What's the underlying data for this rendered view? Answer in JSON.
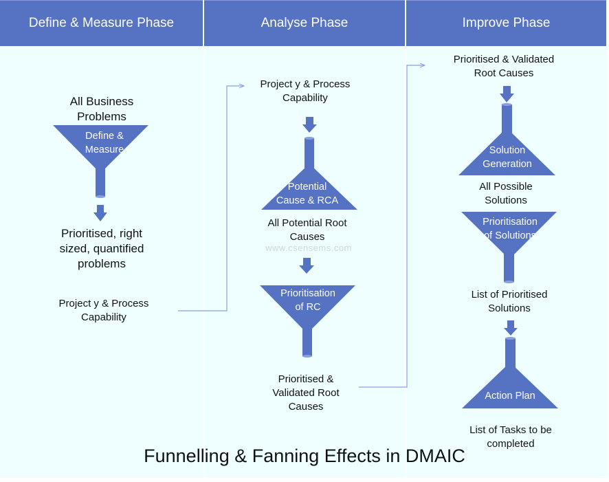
{
  "colors": {
    "header_bg": "#5672c2",
    "shape_fill": "#5672c2",
    "background": "#efffff",
    "connector": "#8a9fe0"
  },
  "headers": [
    {
      "label": "Define & Measure Phase"
    },
    {
      "label": "Analyse Phase"
    },
    {
      "label": "Improve Phase"
    }
  ],
  "define": {
    "input": "All Business\nProblems",
    "stage": "Define &\nMeasure",
    "output": "Prioritised, right\nsized, quantified\nproblems",
    "handoff": "Project y & Process\nCapability"
  },
  "analyse": {
    "input": "Project y & Process\nCapability",
    "stage1": "Potential\nCause & RCA",
    "mid": "All Potential Root\nCauses",
    "stage2": "Prioritisation\nof RC",
    "output": "Prioritised &\nValidated Root\nCauses"
  },
  "improve": {
    "input": "Prioritised & Validated\nRoot Causes",
    "stage1": "Solution\nGeneration",
    "mid1": "All Possible\nSolutions",
    "stage2": "Prioritisation\nof Solutions",
    "mid2": "List of Prioritised\nSolutions",
    "stage3": "Action Plan",
    "output": "List of Tasks to be\ncompleted"
  },
  "watermark": "www.csensems.com",
  "title": "Funnelling & Fanning Effects in DMAIC"
}
